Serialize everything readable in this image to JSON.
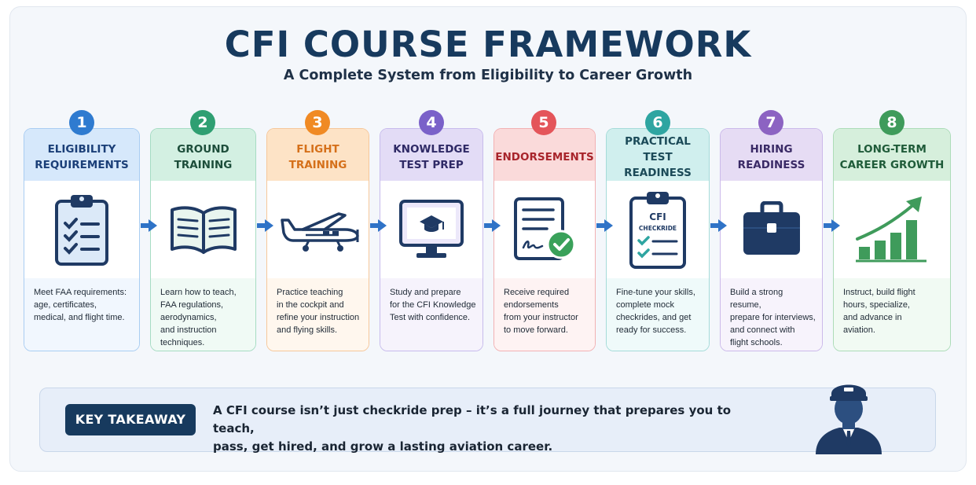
{
  "header": {
    "title": "CFI COURSE FRAMEWORK",
    "subtitle": "A Complete System from Eligibility to Career Growth"
  },
  "steps": [
    {
      "number": "1",
      "title": [
        "ELIGIBILITY",
        "REQUIREMENTS"
      ],
      "description": [
        "Meet FAA requirements:",
        "age, certificates,",
        "medical, and flight time."
      ],
      "icon": "clipboard-checklist-icon",
      "color": "#2f7bd0",
      "head_bg": "#d6e8fb",
      "head_text": "#1b3f78",
      "body_bg": "#f1f7fe",
      "border": "#a9cdf2"
    },
    {
      "number": "2",
      "title": [
        "GROUND",
        "TRAINING"
      ],
      "description": [
        "Learn how to teach,",
        "FAA regulations,",
        "aerodynamics,",
        "and instruction",
        "techniques."
      ],
      "icon": "open-book-icon",
      "color": "#2f9f72",
      "head_bg": "#d3f0e2",
      "head_text": "#1c4d3a",
      "body_bg": "#f0faf5",
      "border": "#a6dcc3"
    },
    {
      "number": "3",
      "title": [
        "FLIGHT",
        "TRAINING"
      ],
      "description": [
        "Practice teaching",
        "in the cockpit and",
        "refine your instruction",
        "and flying skills."
      ],
      "icon": "airplane-icon",
      "color": "#f08a24",
      "head_bg": "#fde3c6",
      "head_text": "#d5701a",
      "body_bg": "#fff7ee",
      "border": "#f6c79a"
    },
    {
      "number": "4",
      "title": [
        "KNOWLEDGE",
        "TEST PREP"
      ],
      "description": [
        "Study and prepare",
        "for the CFI Knowledge",
        "Test with confidence."
      ],
      "icon": "computer-graduation-cap-icon",
      "color": "#7a61c9",
      "head_bg": "#e3dcf6",
      "head_text": "#2f2a66",
      "body_bg": "#f6f3fc",
      "border": "#c7bbec"
    },
    {
      "number": "5",
      "title": [
        "ENDORSEMENTS"
      ],
      "description": [
        "Receive required",
        "endorsements",
        "from your instructor",
        "to move forward."
      ],
      "icon": "signed-document-icon",
      "color": "#e4555a",
      "head_bg": "#fadada",
      "head_text": "#a8242b",
      "body_bg": "#fef3f3",
      "border": "#f2b1b3"
    },
    {
      "number": "6",
      "title": [
        "PRACTICAL TEST",
        "READINESS"
      ],
      "description": [
        "Fine-tune your skills,",
        "complete mock",
        "checkrides, and get",
        "ready for success."
      ],
      "icon": "checkride-clipboard-icon",
      "color": "#2ea5a1",
      "head_bg": "#d0efee",
      "head_text": "#1b4a58",
      "body_bg": "#effafa",
      "border": "#a5dbd9"
    },
    {
      "number": "7",
      "title": [
        "HIRING",
        "READINESS"
      ],
      "description": [
        "Build a strong resume,",
        "prepare for interviews,",
        "and connect with",
        "flight schools."
      ],
      "icon": "briefcase-icon",
      "color": "#8c63c2",
      "head_bg": "#e6dcf4",
      "head_text": "#3a2a66",
      "body_bg": "#f7f3fc",
      "border": "#cbb9ea"
    },
    {
      "number": "8",
      "title": [
        "LONG-TERM",
        "CAREER GROWTH"
      ],
      "description": [
        "Instruct, build flight",
        "hours, specialize,",
        "and advance in",
        "aviation."
      ],
      "icon": "growth-chart-icon",
      "color": "#3f9b5b",
      "head_bg": "#d6efdc",
      "head_text": "#1f5b39",
      "body_bg": "#f1faf3",
      "border": "#acdcb8"
    }
  ],
  "icons": {
    "checkride_clipboard_title": "CFI",
    "checkride_clipboard_subtitle": "CHECKRIDE"
  },
  "takeaway": {
    "label": "KEY TAKEAWAY",
    "lines": [
      "A CFI course isn’t just checkride prep – it’s a full journey that prepares you to teach,",
      "pass, get hired, and grow a lasting aviation career."
    ]
  },
  "colors": {
    "navy": "#173a5e",
    "arrow": "#2f73c7"
  }
}
